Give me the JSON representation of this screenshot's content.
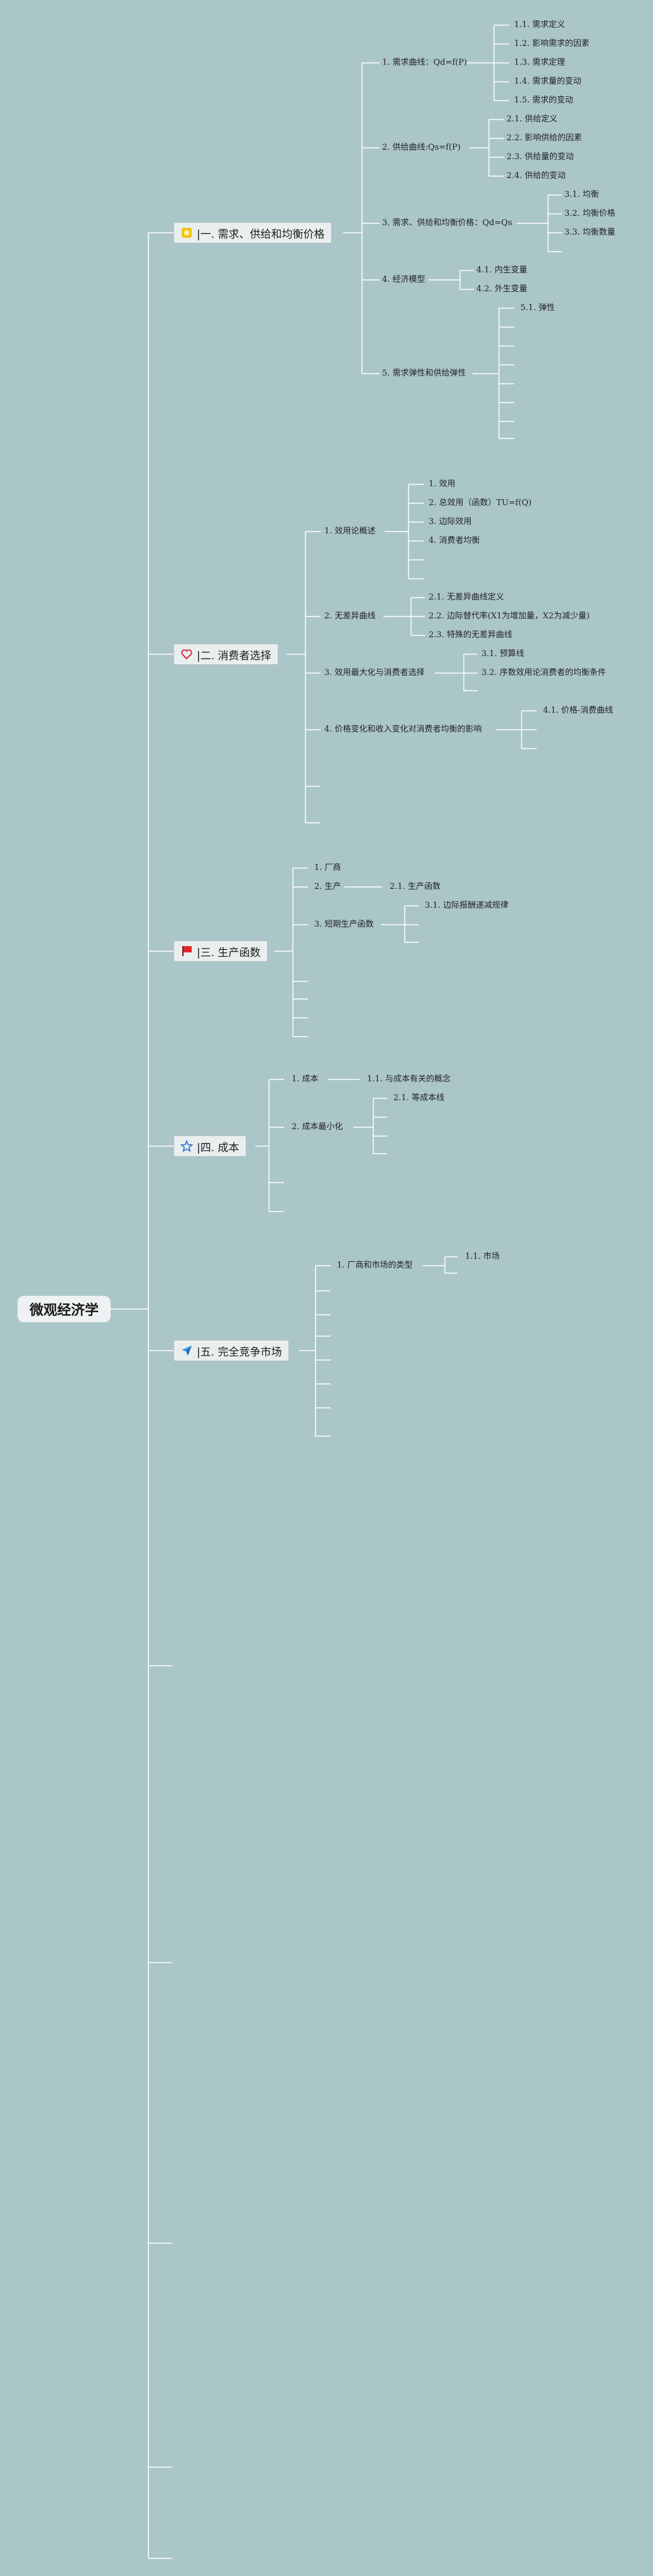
{
  "root": {
    "label": "微观经济学"
  },
  "categories": [
    {
      "label": "|一. 需求、供给和均衡价格",
      "icon": "sun-icon",
      "children": [
        {
          "label": "1. 需求曲线：Qd=f(P)",
          "children": [
            "1.1. 需求定义",
            "1.2. 影响需求的因素",
            "1.3. 需求定理",
            "1.4. 需求量的变动",
            "1.5. 需求的变动"
          ]
        },
        {
          "label": "2. 供给曲线:Qs=f(P)",
          "children": [
            "2.1. 供给定义",
            "2.2. 影响供给的因素",
            "2.3. 供给量的变动",
            "2.4. 供给的变动"
          ]
        },
        {
          "label": "3. 需求、供给和均衡价格：Qd=Qs",
          "children": [
            "3.1. 均衡",
            "3.2. 均衡价格",
            "3.3. 均衡数量"
          ]
        },
        {
          "label": "4. 经济模型",
          "children": [
            "4.1. 内生变量",
            "4.2. 外生变量"
          ]
        },
        {
          "label": "5. 需求弹性和供给弹性",
          "children": [
            "5.1. 弹性"
          ]
        }
      ]
    },
    {
      "label": "|二. 消费者选择",
      "icon": "heart-icon",
      "children": [
        {
          "label": "1. 效用论概述",
          "children": [
            "1. 效用",
            "2. 总效用（函数）TU=f(Q)",
            "3. 边际效用",
            "4. 消费者均衡"
          ]
        },
        {
          "label": "2. 无差异曲线",
          "children": [
            "2.1. 无差异曲线定义",
            "2.2. 边际替代率(X1为增加量，X2为减少量)",
            "2.3. 特殊的无差异曲线"
          ]
        },
        {
          "label": "3. 效用最大化与消费者选择",
          "children": [
            "3.1. 预算线",
            "3.2. 序数效用论消费者的均衡条件"
          ]
        },
        {
          "label": "4. 价格变化和收入变化对消费者均衡的影响",
          "children": [
            "4.1. 价格-消费曲线"
          ]
        }
      ]
    },
    {
      "label": "|三. 生产函数",
      "icon": "flag-icon",
      "children": [
        {
          "label": "1. 厂商",
          "children": []
        },
        {
          "label": "2. 生产",
          "children": [
            "2.1. 生产函数"
          ]
        },
        {
          "label": "3. 短期生产函数",
          "children": [
            "3.1. 边际报酬递减规律"
          ]
        }
      ]
    },
    {
      "label": "|四. 成本",
      "icon": "star-icon",
      "children": [
        {
          "label": "1. 成本",
          "children": [
            "1.1. 与成本有关的概念"
          ]
        },
        {
          "label": "2. 成本最小化",
          "children": [
            "2.1. 等成本线"
          ]
        }
      ]
    },
    {
      "label": "|五. 完全竞争市场",
      "icon": "send-icon",
      "children": [
        {
          "label": "1. 厂商和市场的类型",
          "children": [
            "1.1. 市场"
          ]
        }
      ]
    }
  ],
  "colors": {
    "background": "#abc6c9",
    "line": "#ffffff",
    "sun": "#f0c419",
    "heart": "#d9303e",
    "flag": "#e1262a",
    "star": "#2d6fd6",
    "send": "#3a8ee0"
  }
}
